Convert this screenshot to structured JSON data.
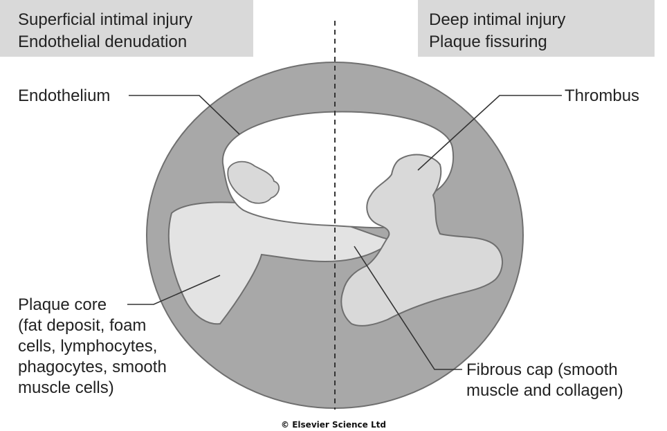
{
  "headers": {
    "left": {
      "line1": "Superficial intimal injury",
      "line2": "Endothelial denudation"
    },
    "right": {
      "line1": "Deep intimal injury",
      "line2": "Plaque fissuring"
    }
  },
  "labels": {
    "endothelium": "Endothelium",
    "thrombus": "Thrombus",
    "plaque_core": {
      "line1": "Plaque core",
      "line2": "(fat deposit, foam",
      "line3": "cells, lymphocytes,",
      "line4": "phagocytes, smooth",
      "line5": "muscle cells)"
    },
    "fibrous_cap": {
      "line1": "Fibrous cap (smooth",
      "line2": "muscle and collagen)"
    }
  },
  "copyright": "© Elsevier Science Ltd",
  "colors": {
    "header_box": "#d9d9d9",
    "vessel_wall": "#a8a8a8",
    "lumen": "#ffffff",
    "plaque_core": "#e3e3e3",
    "thrombus": "#d9d9d9",
    "outline": "#6f6f6f",
    "text": "#222222"
  }
}
